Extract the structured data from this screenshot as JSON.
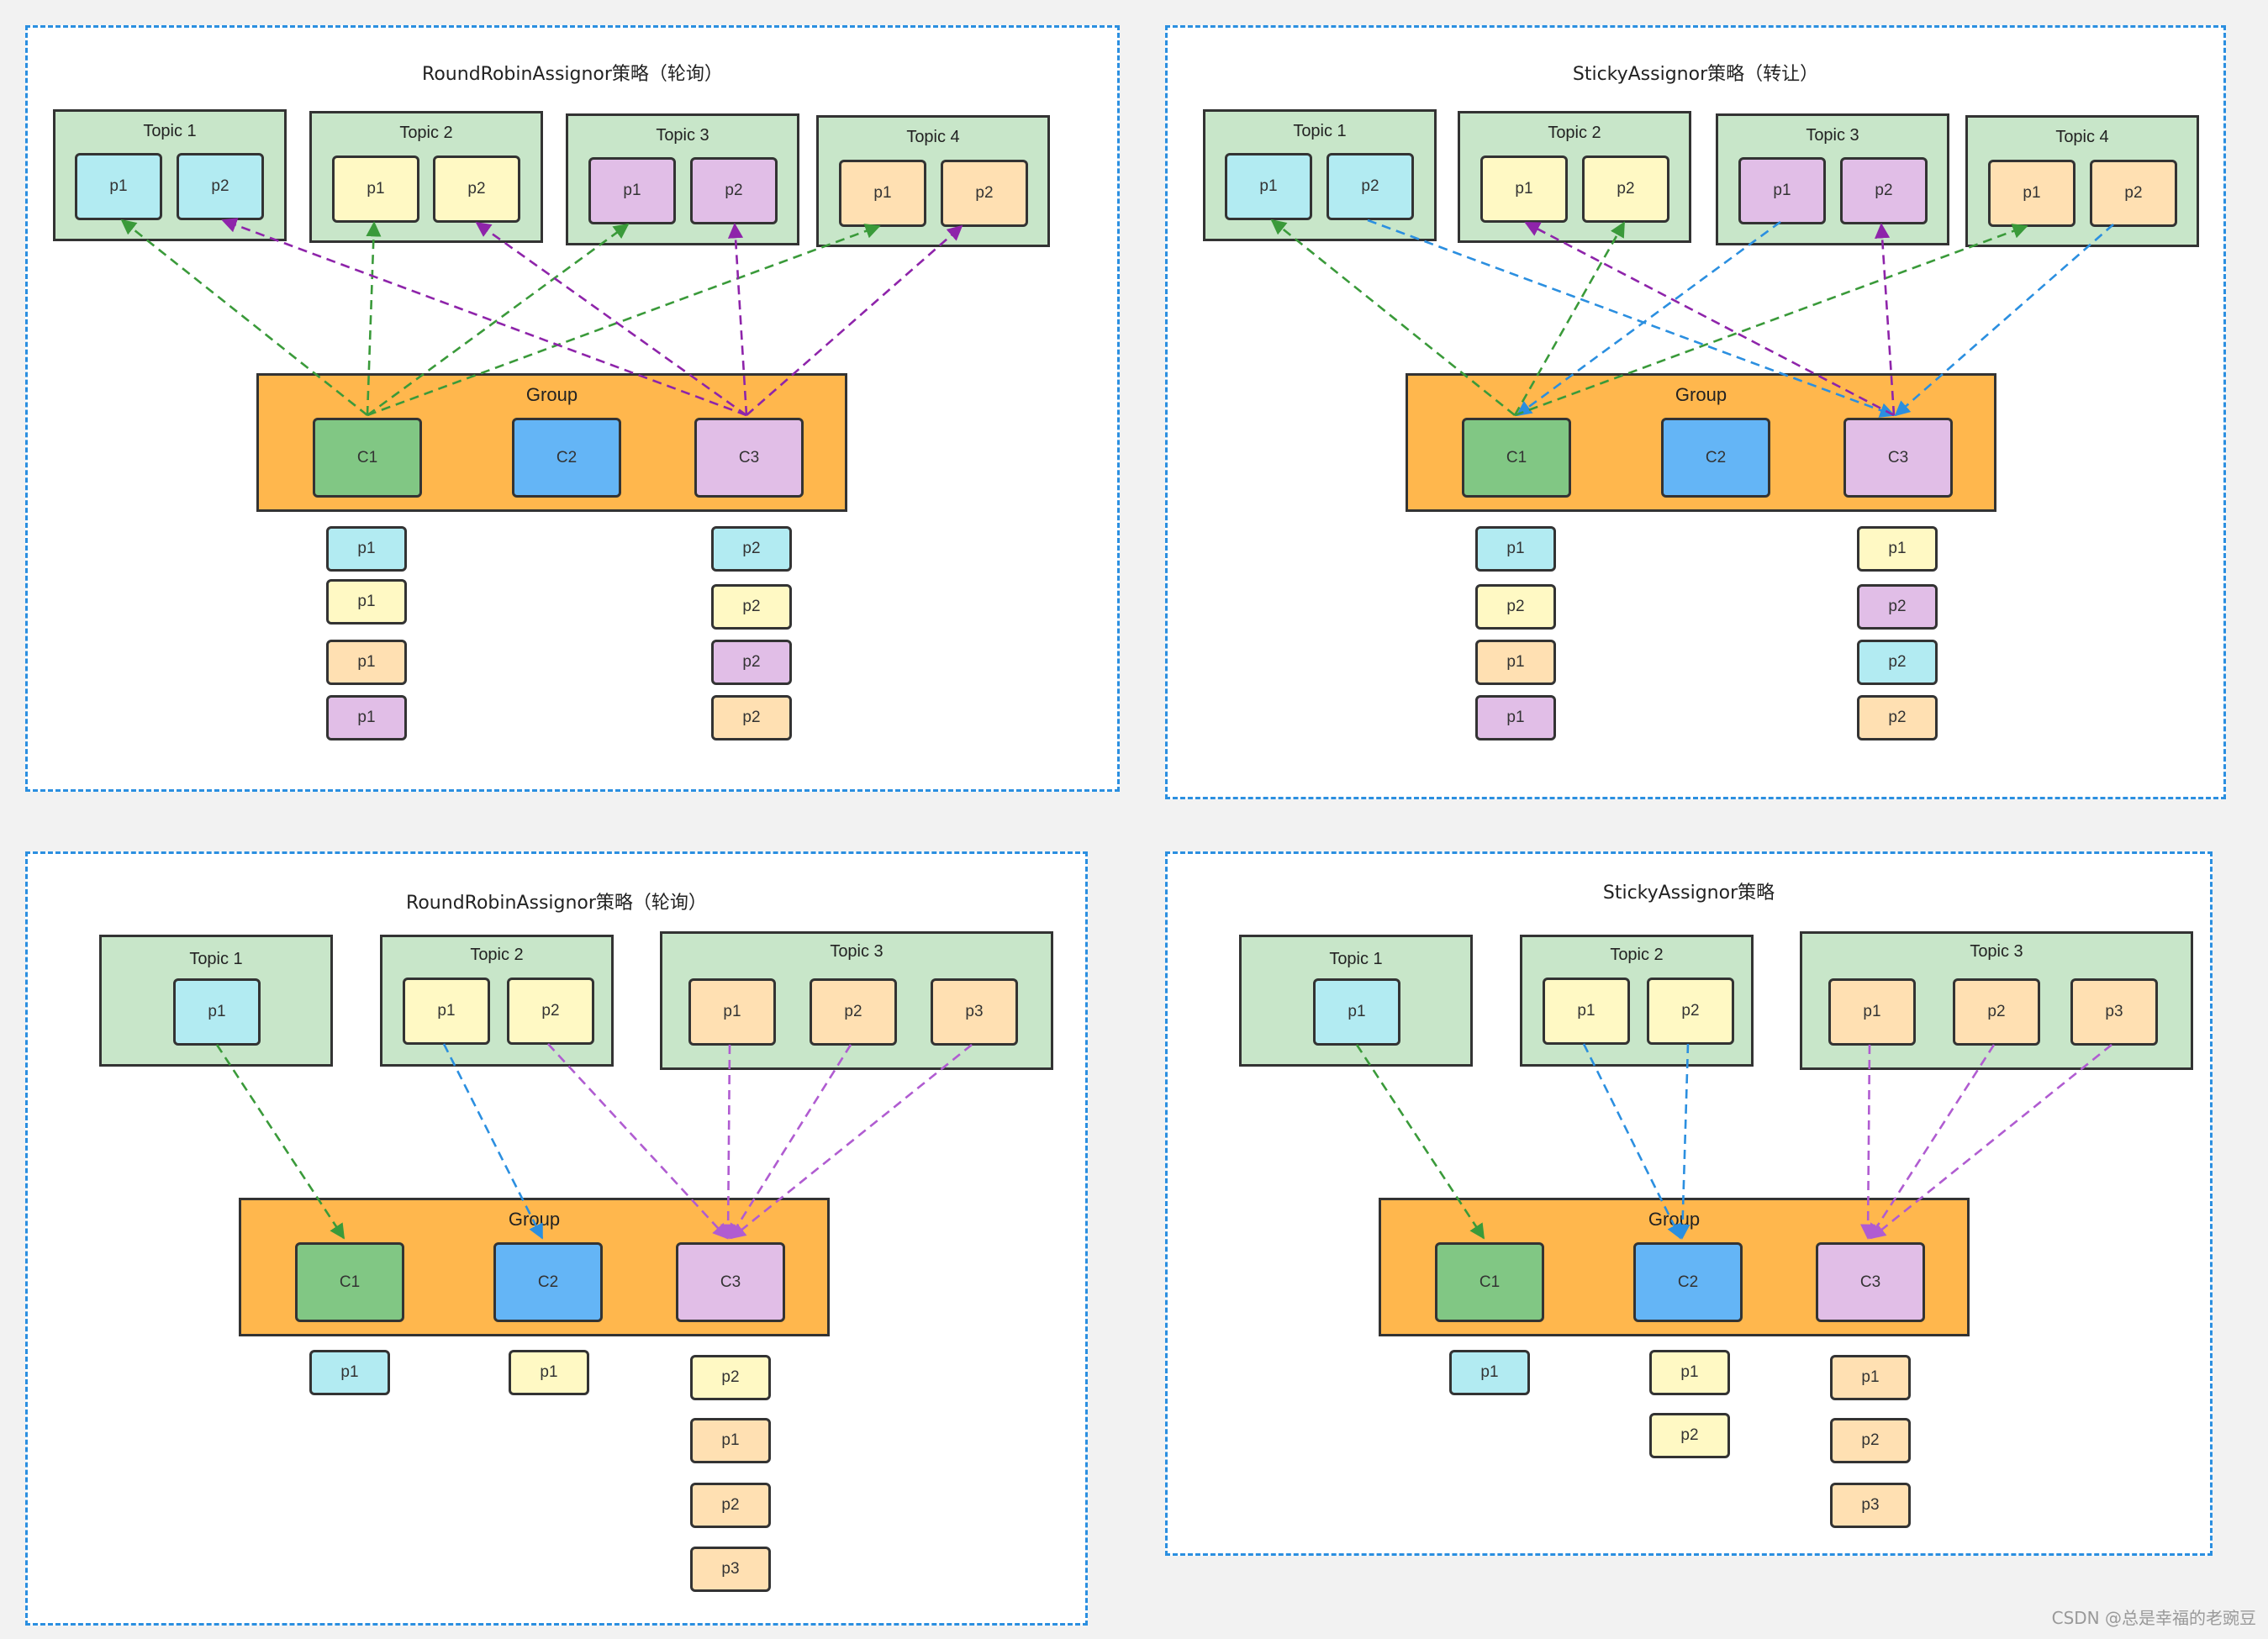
{
  "colors": {
    "topic1": "#b2ebf2",
    "topic2": "#fff9c4",
    "topic3_tr": "#e1bee7",
    "topic4_tr": "#ffe0b2",
    "topic3_bottom": "#ffe0b2",
    "c1": "#81c784",
    "c2": "#64b5f6",
    "c3": "#e1bee7",
    "green_arrow": "#3a9a3a",
    "purple_arrow": "#8e24aa",
    "blue_arrow": "#2b8fe0",
    "violet_arrow": "#b05cd1"
  },
  "panels": [
    {
      "title": "RoundRobinAssignor策略（轮询）",
      "topics": [
        {
          "label": "Topic 1",
          "parts": [
            "p1",
            "p2"
          ]
        },
        {
          "label": "Topic 2",
          "parts": [
            "p1",
            "p2"
          ]
        },
        {
          "label": "Topic 3",
          "parts": [
            "p1",
            "p2"
          ]
        },
        {
          "label": "Topic 4",
          "parts": [
            "p1",
            "p2"
          ]
        }
      ],
      "group": {
        "label": "Group",
        "consumers": [
          "C1",
          "C2",
          "C3"
        ]
      },
      "assignments": [
        {
          "consumer": "C1",
          "parts": [
            "p1",
            "p1",
            "p1",
            "p1"
          ]
        },
        {
          "consumer": "C2",
          "parts": []
        },
        {
          "consumer": "C3",
          "parts": [
            "p2",
            "p2",
            "p2",
            "p2"
          ]
        }
      ]
    },
    {
      "title": "StickyAssignor策略（转让）",
      "topics": [
        {
          "label": "Topic 1",
          "parts": [
            "p1",
            "p2"
          ]
        },
        {
          "label": "Topic 2",
          "parts": [
            "p1",
            "p2"
          ]
        },
        {
          "label": "Topic 3",
          "parts": [
            "p1",
            "p2"
          ]
        },
        {
          "label": "Topic 4",
          "parts": [
            "p1",
            "p2"
          ]
        }
      ],
      "group": {
        "label": "Group",
        "consumers": [
          "C1",
          "C2",
          "C3"
        ]
      },
      "assignments": [
        {
          "consumer": "C1",
          "parts": [
            "p1",
            "p2",
            "p1",
            "p1"
          ]
        },
        {
          "consumer": "C2",
          "parts": []
        },
        {
          "consumer": "C3",
          "parts": [
            "p1",
            "p2",
            "p2",
            "p2"
          ]
        }
      ]
    },
    {
      "title": "RoundRobinAssignor策略（轮询）",
      "topics": [
        {
          "label": "Topic 1",
          "parts": [
            "p1"
          ]
        },
        {
          "label": "Topic 2",
          "parts": [
            "p1",
            "p2"
          ]
        },
        {
          "label": "Topic 3",
          "parts": [
            "p1",
            "p2",
            "p3"
          ]
        }
      ],
      "group": {
        "label": "Group",
        "consumers": [
          "C1",
          "C2",
          "C3"
        ]
      },
      "assignments": [
        {
          "consumer": "C1",
          "parts": [
            "p1"
          ]
        },
        {
          "consumer": "C2",
          "parts": [
            "p1"
          ]
        },
        {
          "consumer": "C3",
          "parts": [
            "p2",
            "p1",
            "p2",
            "p3"
          ]
        }
      ]
    },
    {
      "title": "StickyAssignor策略",
      "topics": [
        {
          "label": "Topic 1",
          "parts": [
            "p1"
          ]
        },
        {
          "label": "Topic 2",
          "parts": [
            "p1",
            "p2"
          ]
        },
        {
          "label": "Topic 3",
          "parts": [
            "p1",
            "p2",
            "p3"
          ]
        }
      ],
      "group": {
        "label": "Group",
        "consumers": [
          "C1",
          "C2",
          "C3"
        ]
      },
      "assignments": [
        {
          "consumer": "C1",
          "parts": [
            "p1"
          ]
        },
        {
          "consumer": "C2",
          "parts": [
            "p1",
            "p2"
          ]
        },
        {
          "consumer": "C3",
          "parts": [
            "p1",
            "p2",
            "p3"
          ]
        }
      ]
    }
  ],
  "watermark": "CSDN @总是幸福的老豌豆"
}
